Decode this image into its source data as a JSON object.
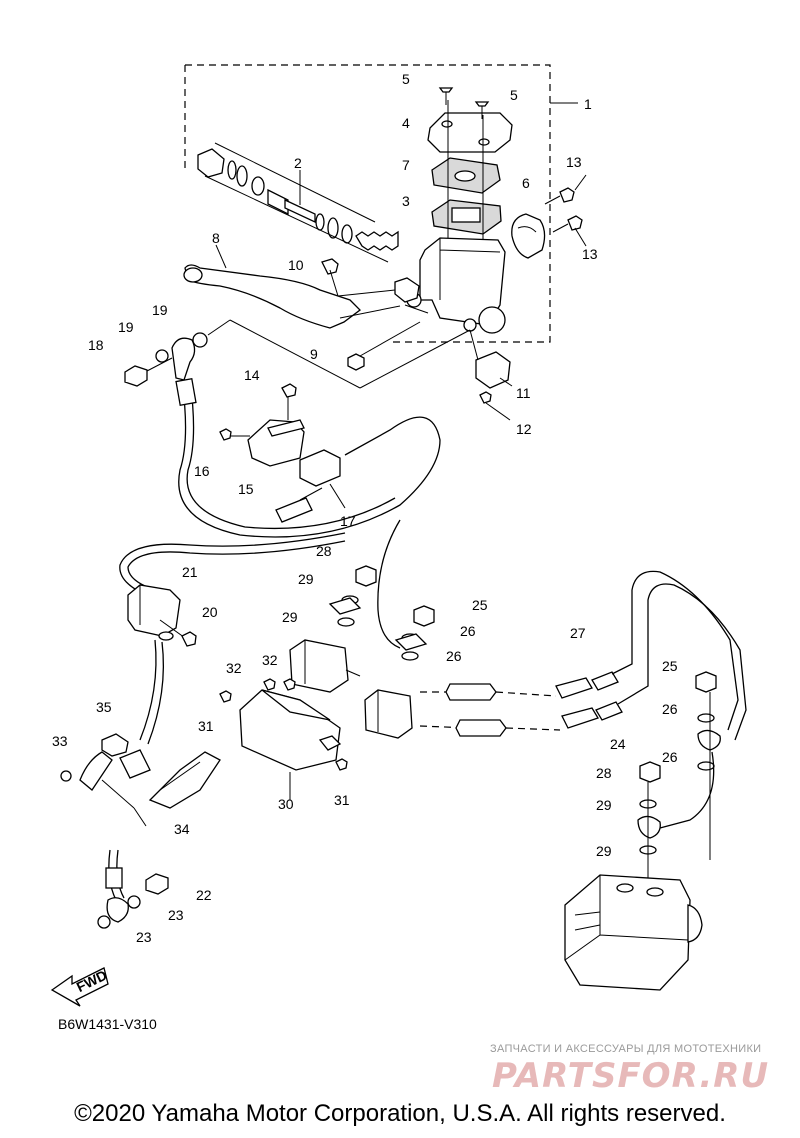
{
  "diagram": {
    "code": "B6W1431-V310",
    "fwd_label": "FWD",
    "copyright": "©2020 Yamaha Motor Corporation, U.S.A. All rights reserved.",
    "watermark": {
      "tagline": "ЗАПЧАСТИ И АКСЕССУАРЫ ДЛЯ МОТОТЕХНИКИ",
      "logo": "PARTSFOR.RU"
    },
    "callouts": [
      {
        "id": "c1",
        "text": "1"
      },
      {
        "id": "c2",
        "text": "2"
      },
      {
        "id": "c3",
        "text": "3"
      },
      {
        "id": "c4",
        "text": "4"
      },
      {
        "id": "c5a",
        "text": "5"
      },
      {
        "id": "c5b",
        "text": "5"
      },
      {
        "id": "c6",
        "text": "6"
      },
      {
        "id": "c7",
        "text": "7"
      },
      {
        "id": "c8",
        "text": "8"
      },
      {
        "id": "c9",
        "text": "9"
      },
      {
        "id": "c10",
        "text": "10"
      },
      {
        "id": "c11",
        "text": "11"
      },
      {
        "id": "c12",
        "text": "12"
      },
      {
        "id": "c13a",
        "text": "13"
      },
      {
        "id": "c13b",
        "text": "13"
      },
      {
        "id": "c14",
        "text": "14"
      },
      {
        "id": "c15",
        "text": "15"
      },
      {
        "id": "c16",
        "text": "16"
      },
      {
        "id": "c17",
        "text": "17"
      },
      {
        "id": "c18",
        "text": "18"
      },
      {
        "id": "c19a",
        "text": "19"
      },
      {
        "id": "c19b",
        "text": "19"
      },
      {
        "id": "c20",
        "text": "20"
      },
      {
        "id": "c21",
        "text": "21"
      },
      {
        "id": "c22",
        "text": "22"
      },
      {
        "id": "c23a",
        "text": "23"
      },
      {
        "id": "c23b",
        "text": "23"
      },
      {
        "id": "c24",
        "text": "24"
      },
      {
        "id": "c25a",
        "text": "25"
      },
      {
        "id": "c25b",
        "text": "25"
      },
      {
        "id": "c26a",
        "text": "26"
      },
      {
        "id": "c26b",
        "text": "26"
      },
      {
        "id": "c26c",
        "text": "26"
      },
      {
        "id": "c26d",
        "text": "26"
      },
      {
        "id": "c27",
        "text": "27"
      },
      {
        "id": "c28a",
        "text": "28"
      },
      {
        "id": "c28b",
        "text": "28"
      },
      {
        "id": "c29a",
        "text": "29"
      },
      {
        "id": "c29b",
        "text": "29"
      },
      {
        "id": "c29c",
        "text": "29"
      },
      {
        "id": "c29d",
        "text": "29"
      },
      {
        "id": "c30",
        "text": "30"
      },
      {
        "id": "c31a",
        "text": "31"
      },
      {
        "id": "c31b",
        "text": "31"
      },
      {
        "id": "c32a",
        "text": "32"
      },
      {
        "id": "c32b",
        "text": "32"
      },
      {
        "id": "c33",
        "text": "33"
      },
      {
        "id": "c34",
        "text": "34"
      },
      {
        "id": "c35",
        "text": "35"
      }
    ]
  }
}
